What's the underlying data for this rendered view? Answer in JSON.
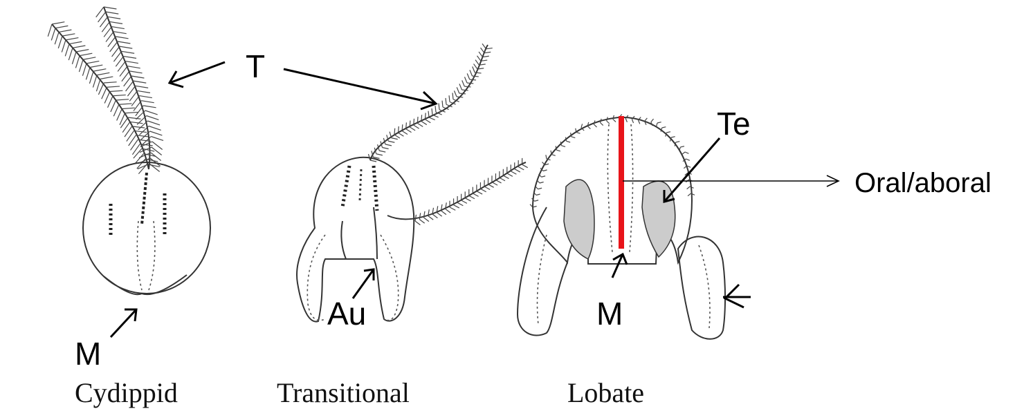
{
  "captions": {
    "cydippid": "Cydippid",
    "transitional": "Transitional",
    "lobate": "Lobate"
  },
  "labels": {
    "tentacle": "T",
    "mouth_cydippid": "M",
    "auricle": "Au",
    "mouth_lobate": "M",
    "tentacle_lobate": "Te",
    "axis": "Oral/aboral"
  },
  "colors": {
    "axis_marker": "#e8141a"
  }
}
